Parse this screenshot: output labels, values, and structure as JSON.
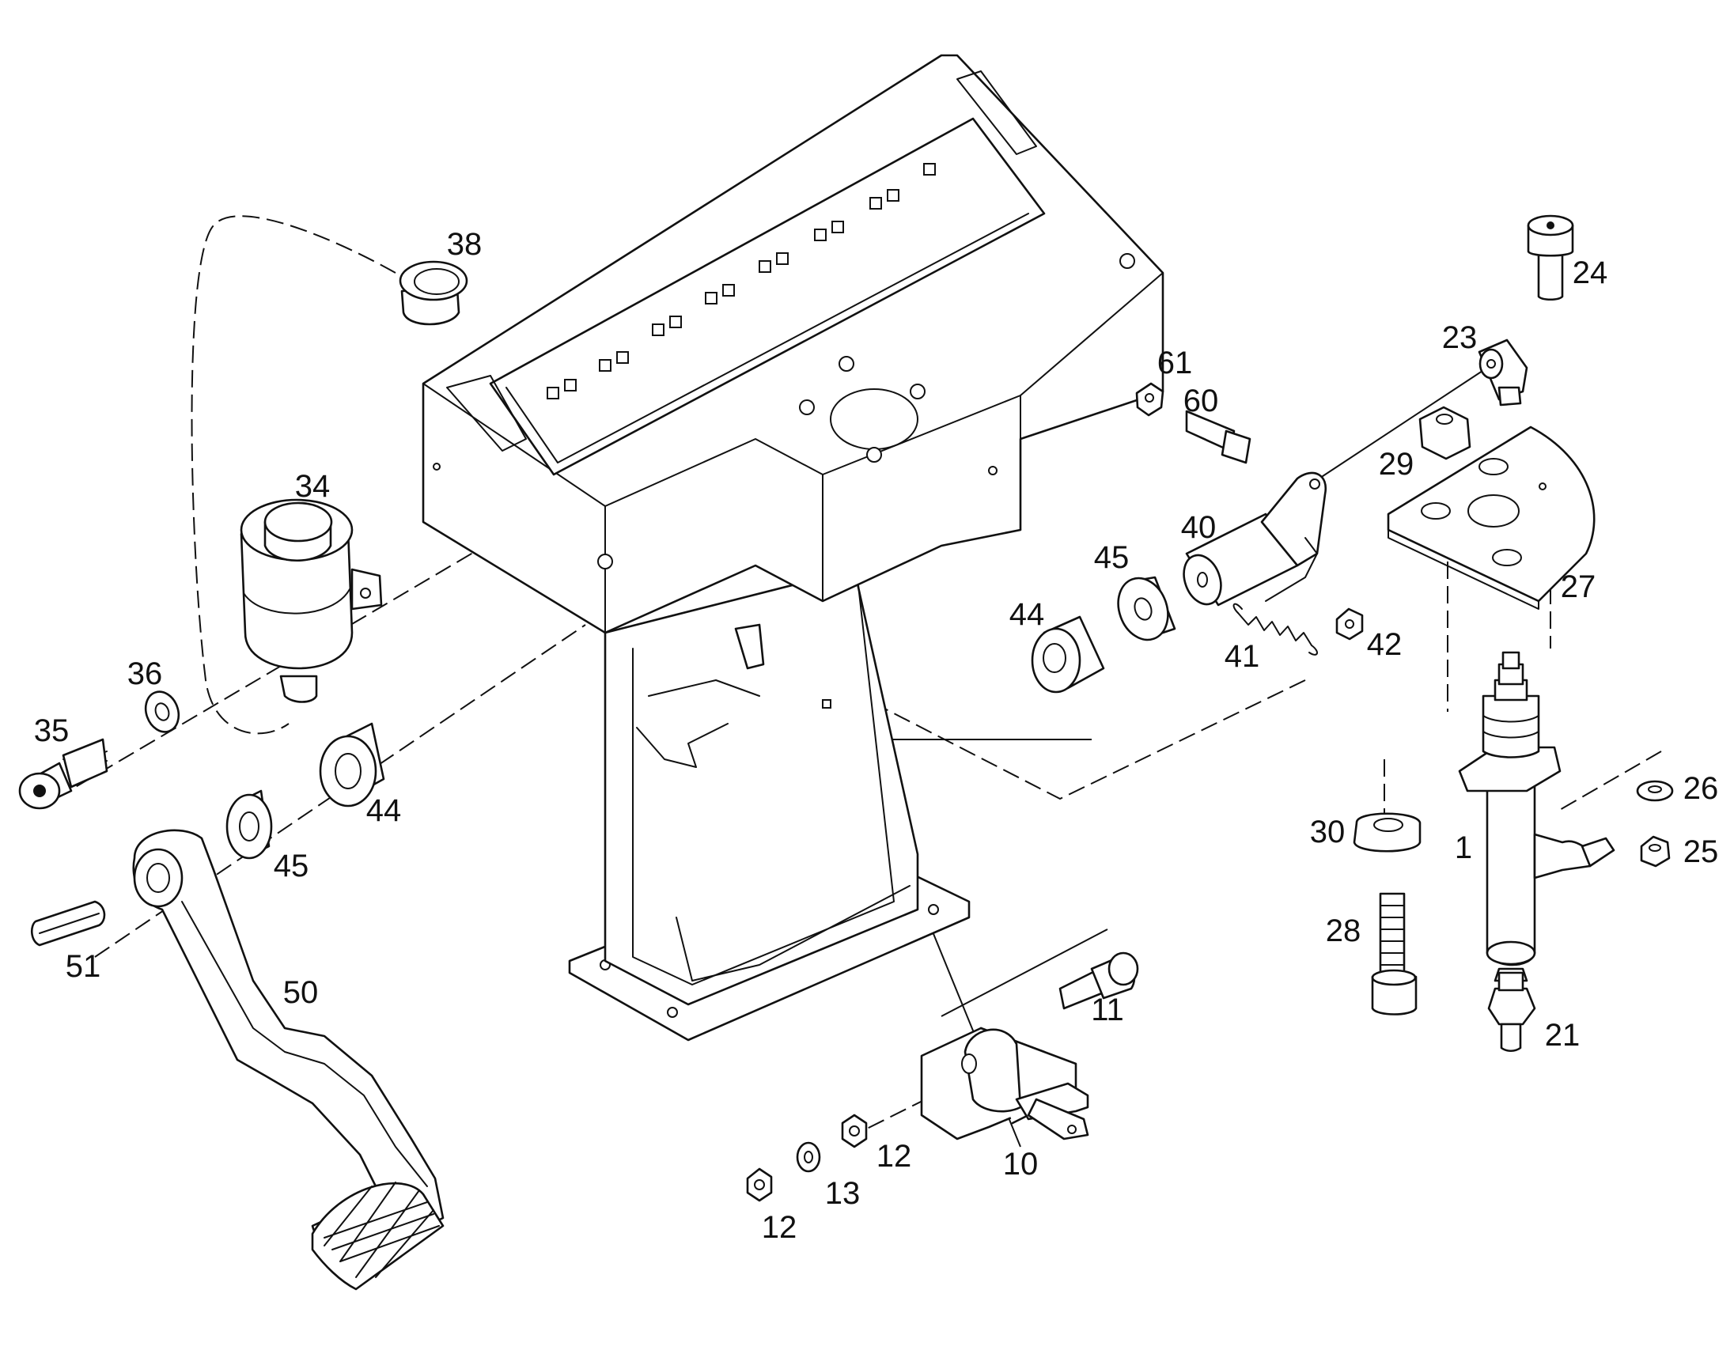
{
  "callouts": {
    "c1": "1",
    "c10": "10",
    "c11": "11",
    "c12a": "12",
    "c12b": "12",
    "c13": "13",
    "c21": "21",
    "c23": "23",
    "c24": "24",
    "c25": "25",
    "c26": "26",
    "c27": "27",
    "c28": "28",
    "c29": "29",
    "c30": "30",
    "c34": "34",
    "c35": "35",
    "c36": "36",
    "c38": "38",
    "c40": "40",
    "c41": "41",
    "c42": "42",
    "c44a": "44",
    "c44b": "44",
    "c45a": "45",
    "c45b": "45",
    "c50": "50",
    "c51": "51",
    "c60": "60",
    "c61": "61"
  }
}
